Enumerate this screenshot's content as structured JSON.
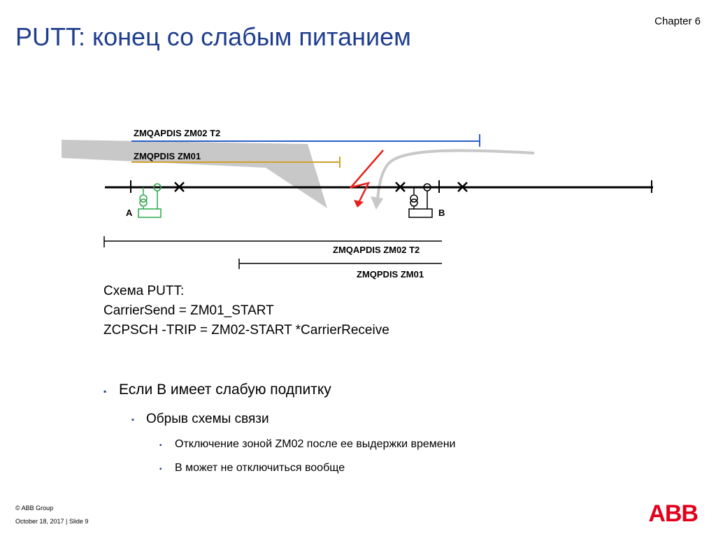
{
  "header": {
    "chapter": "Chapter 6",
    "title": "PUTT: конец со слабым питанием"
  },
  "diagram": {
    "top_zones": [
      {
        "label": "ZMQAPDIS ZM02 T2",
        "color": "#2b5ec8"
      },
      {
        "label": "ZMQPDIS ZM01",
        "color": "#d4a02a"
      }
    ],
    "bottom_zones": [
      {
        "label": "ZMQAPDIS ZM02 T2"
      },
      {
        "label": "ZMQPDIS ZM01"
      }
    ],
    "station_a": {
      "label": "A",
      "color": "#2aa84a"
    },
    "station_b": {
      "label": "B"
    },
    "fault_color": "#e8201a",
    "arrow_color": "#c8c8c8"
  },
  "scheme": {
    "line1": "Схема PUTT:",
    "line2": "CarrierSend = ZM01_START",
    "line3": "ZCPSCH -TRIP = ZM02-START *CarrierReceive"
  },
  "bullets": {
    "level1": "Если B имеет слабую подпитку",
    "level2": "Обрыв схемы связи",
    "level3a": "Отключение зоной ZM02 после ее выдержки времени",
    "level3b": "B может не отключиться вообще",
    "marker": "▪"
  },
  "footer": {
    "copyright": "© ABB Group",
    "date_slide": "October 18, 2017 | Slide 9"
  },
  "logo": {
    "text": "ABB"
  }
}
